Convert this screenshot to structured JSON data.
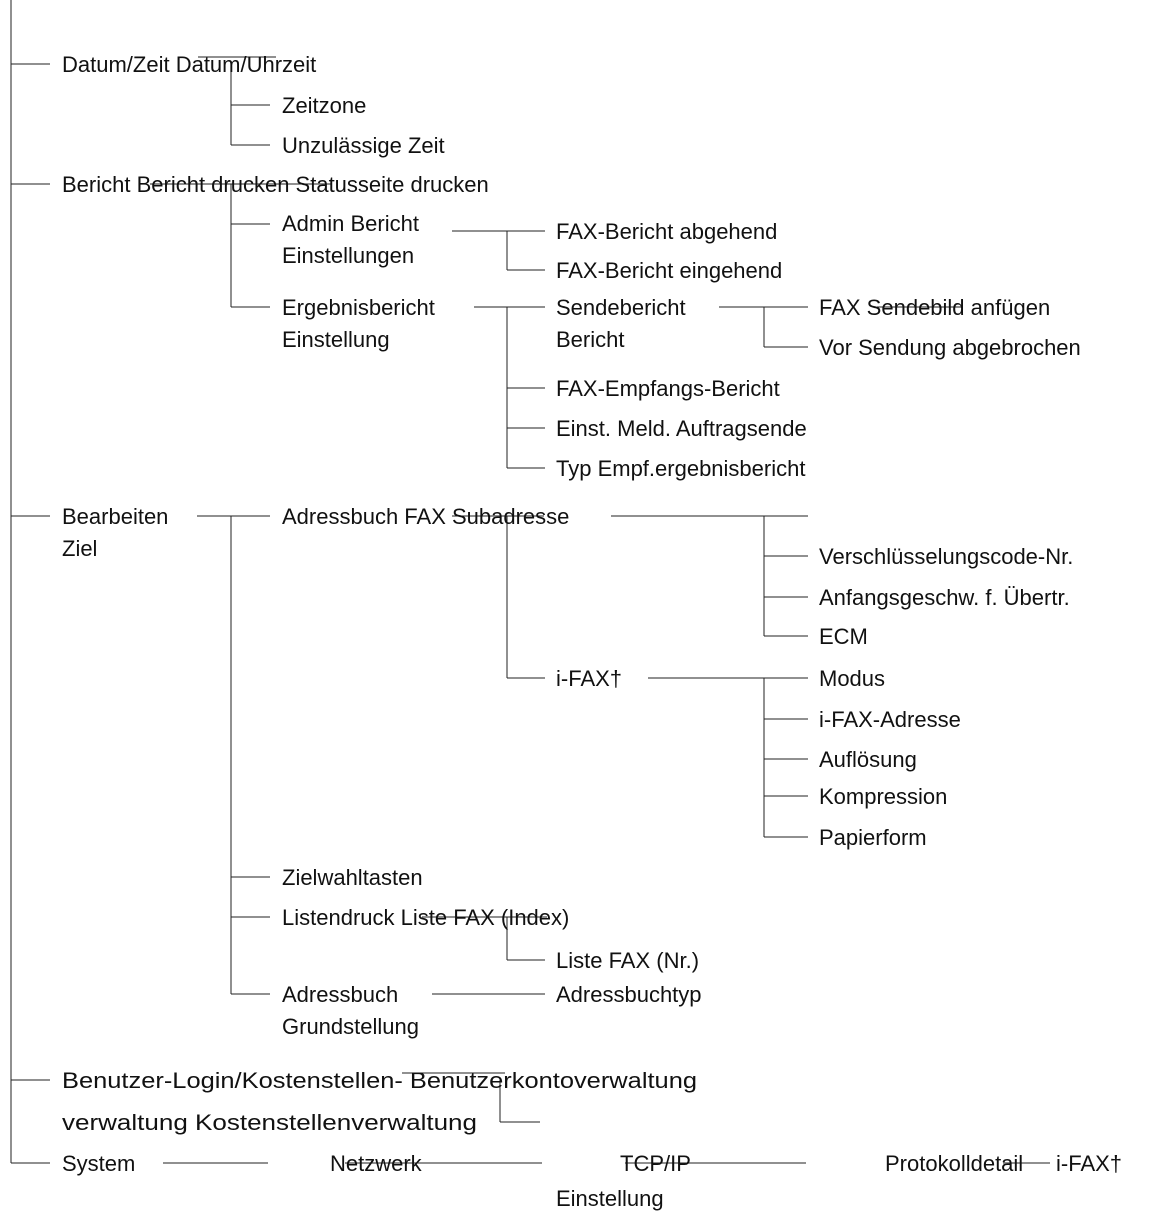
{
  "nodes": {
    "datum_zeit": "Datum/Zeit Datum/Uhrzeit",
    "zeitzone": "Zeitzone",
    "unzulaessige_zeit": "Unzulässige Zeit",
    "bericht": "Bericht Bericht drucken Statusseite drucken",
    "admin_bericht_1": "Admin Bericht",
    "admin_bericht_2": "Einstellungen",
    "fax_bericht_abgehend": "FAX-Bericht abgehend",
    "fax_bericht_eingehend": "FAX-Bericht eingehend",
    "ergebnisbericht_1": "Ergebnisbericht",
    "ergebnisbericht_2": "Einstellung",
    "sendebericht_1": "Sendebericht",
    "sendebericht_2": "Bericht",
    "fax_sendebild": "FAX Sendebild anfügen",
    "vor_sendung": "Vor Sendung abgebrochen",
    "fax_empfangs_bericht": "FAX-Empfangs-Bericht",
    "einst_meld": "Einst. Meld. Auftragsende",
    "typ_empf": "Typ Empf.ergebnisbericht",
    "bearbeiten_1": "Bearbeiten",
    "bearbeiten_2": "Ziel",
    "adressbuch_fax": "Adressbuch FAX Subadresse",
    "verschluesselung": "Verschlüsselungscode-Nr.",
    "anfangsgeschw": "Anfangsgeschw. f. Übertr.",
    "ecm": "ECM",
    "ifax": "i-FAX†",
    "modus": "Modus",
    "ifax_adresse": "i-FAX-Adresse",
    "aufloesung": "Auflösung",
    "kompression": "Kompression",
    "papierform": "Papierform",
    "zielwahltasten": "Zielwahltasten",
    "listendruck": "Listendruck Liste FAX (Index)",
    "liste_fax_nr": "Liste FAX (Nr.)",
    "adressbuch_grund_1": "Adressbuch",
    "adressbuch_grund_2": "Grundstellung",
    "adressbuchtyp": "Adressbuchtyp",
    "benutzer_1": "Benutzer-Login/Kostenstellen- Benutzerkontoverwaltung",
    "benutzer_2": "verwaltung Kostenstellenverwaltung",
    "system": "System",
    "netzwerk": "Netzwerk",
    "tcpip_1": "TCP/IP",
    "tcpip_2": "Einstellung",
    "protokolldetail": "Protokolldetail",
    "system_ifax": "i-FAX†"
  }
}
